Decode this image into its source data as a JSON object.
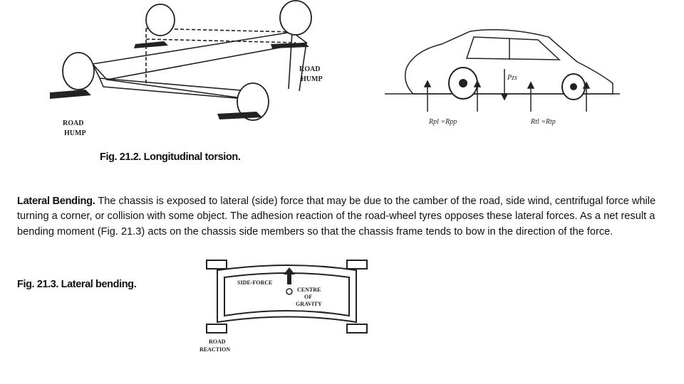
{
  "figure_1": {
    "label_road_hump_right_1": "ROAD",
    "label_road_hump_right_2": "HUMP",
    "label_road_hump_left_1": "ROAD",
    "label_road_hump_left_2": "HUMP",
    "caption": "Fig. 21.2. Longitudinal torsion."
  },
  "figure_car": {
    "force_pzs": "Pzs",
    "force_rpl": "Rpl =Rpp",
    "force_rtl": "Rtl =Rtp"
  },
  "paragraph": {
    "lead": "Lateral Bending.",
    "body": " The chassis is exposed to lateral (side) force that may be due to the camber of the road, side wind, centrifugal force while turning a corner, or collision with some object. The adhesion reaction of the road-wheel tyres opposes these lateral forces. As a net result a bending moment (Fig. 21.3) acts on the chassis side members so that the chassis frame tends to bow in the direction of the force."
  },
  "figure_2": {
    "caption": "Fig. 21.3. Lateral bending.",
    "label_side_force": "SIDE-FORCE",
    "label_centre_1": "CENTRE",
    "label_centre_2": "OF",
    "label_centre_3": "GRAVITY",
    "label_road_reaction_1": "ROAD",
    "label_road_reaction_2": "REACTION"
  }
}
